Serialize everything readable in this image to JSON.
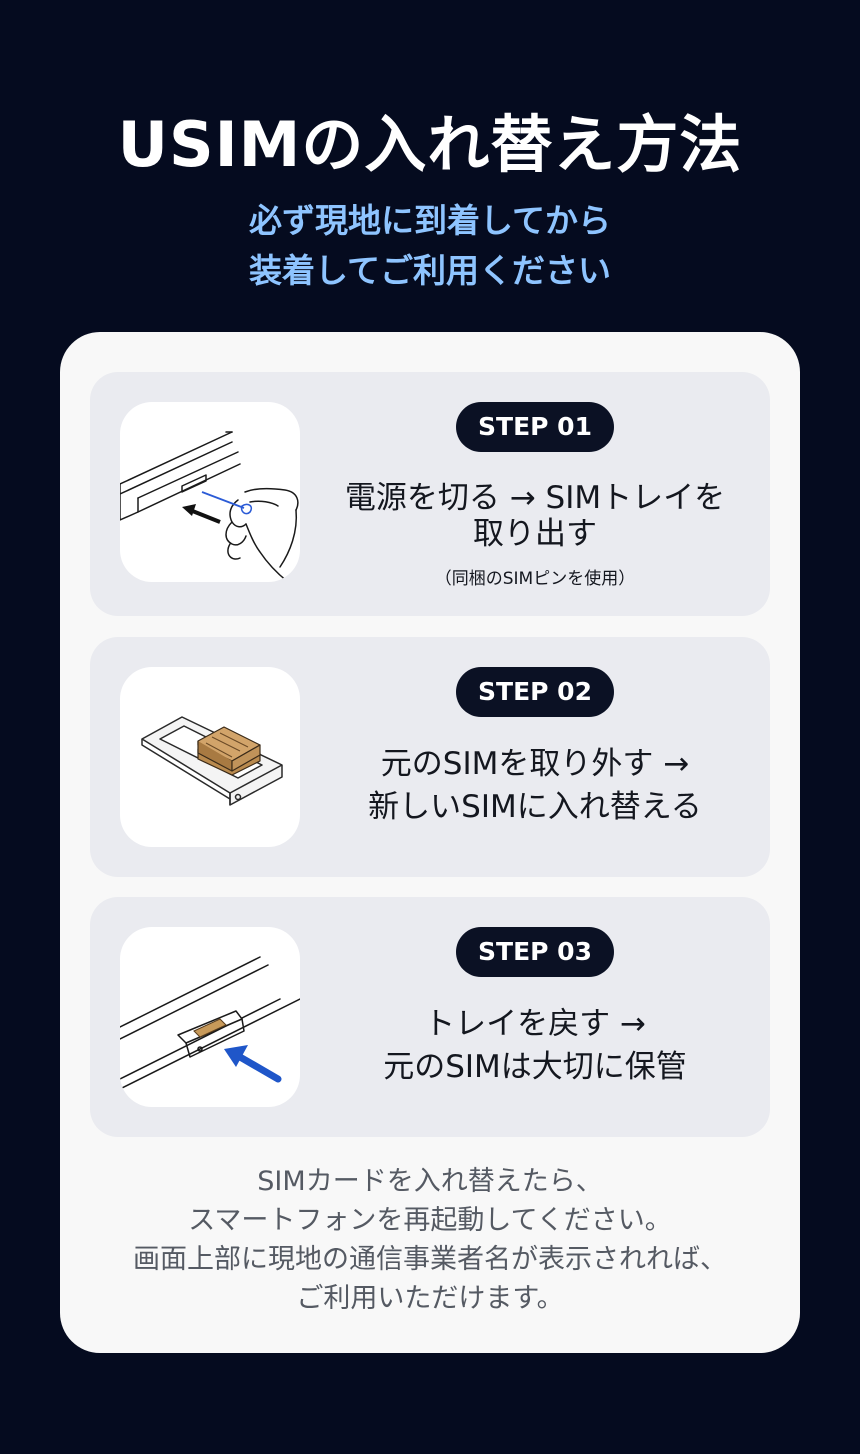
{
  "header": {
    "title": "USIMの入れ替え方法",
    "subtitle_line1": "必ず現地に到着してから",
    "subtitle_line2": "装着してご利用ください"
  },
  "steps": [
    {
      "badge": "STEP 01",
      "line1": "電源を切る → SIMトレイを",
      "line2": "取り出す",
      "note": "（同梱のSIMピンを使用）",
      "illustration": "hand-sim-pin-icon"
    },
    {
      "badge": "STEP 02",
      "line1": "元のSIMを取り外す →",
      "line2": "新しいSIMに入れ替える",
      "illustration": "sim-tray-card-icon"
    },
    {
      "badge": "STEP 03",
      "line1": "トレイを戻す →",
      "line2": "元のSIMは大切に保管",
      "illustration": "tray-insert-icon"
    }
  ],
  "footer": {
    "line1": "SIMカードを入れ替えたら、",
    "line2": "スマートフォンを再起動してください。",
    "line3": "画面上部に現地の通信事業者名が表示されれば、",
    "line4": "ご利用いただけます。"
  },
  "colors": {
    "background": "#050b1f",
    "subtitle": "#8ec4ff",
    "card": "#f8f8f8",
    "step_panel": "#eaebf0",
    "badge": "#0b1124",
    "arrow_blue": "#1f56c9",
    "sim_gold": "#c89a5a"
  }
}
